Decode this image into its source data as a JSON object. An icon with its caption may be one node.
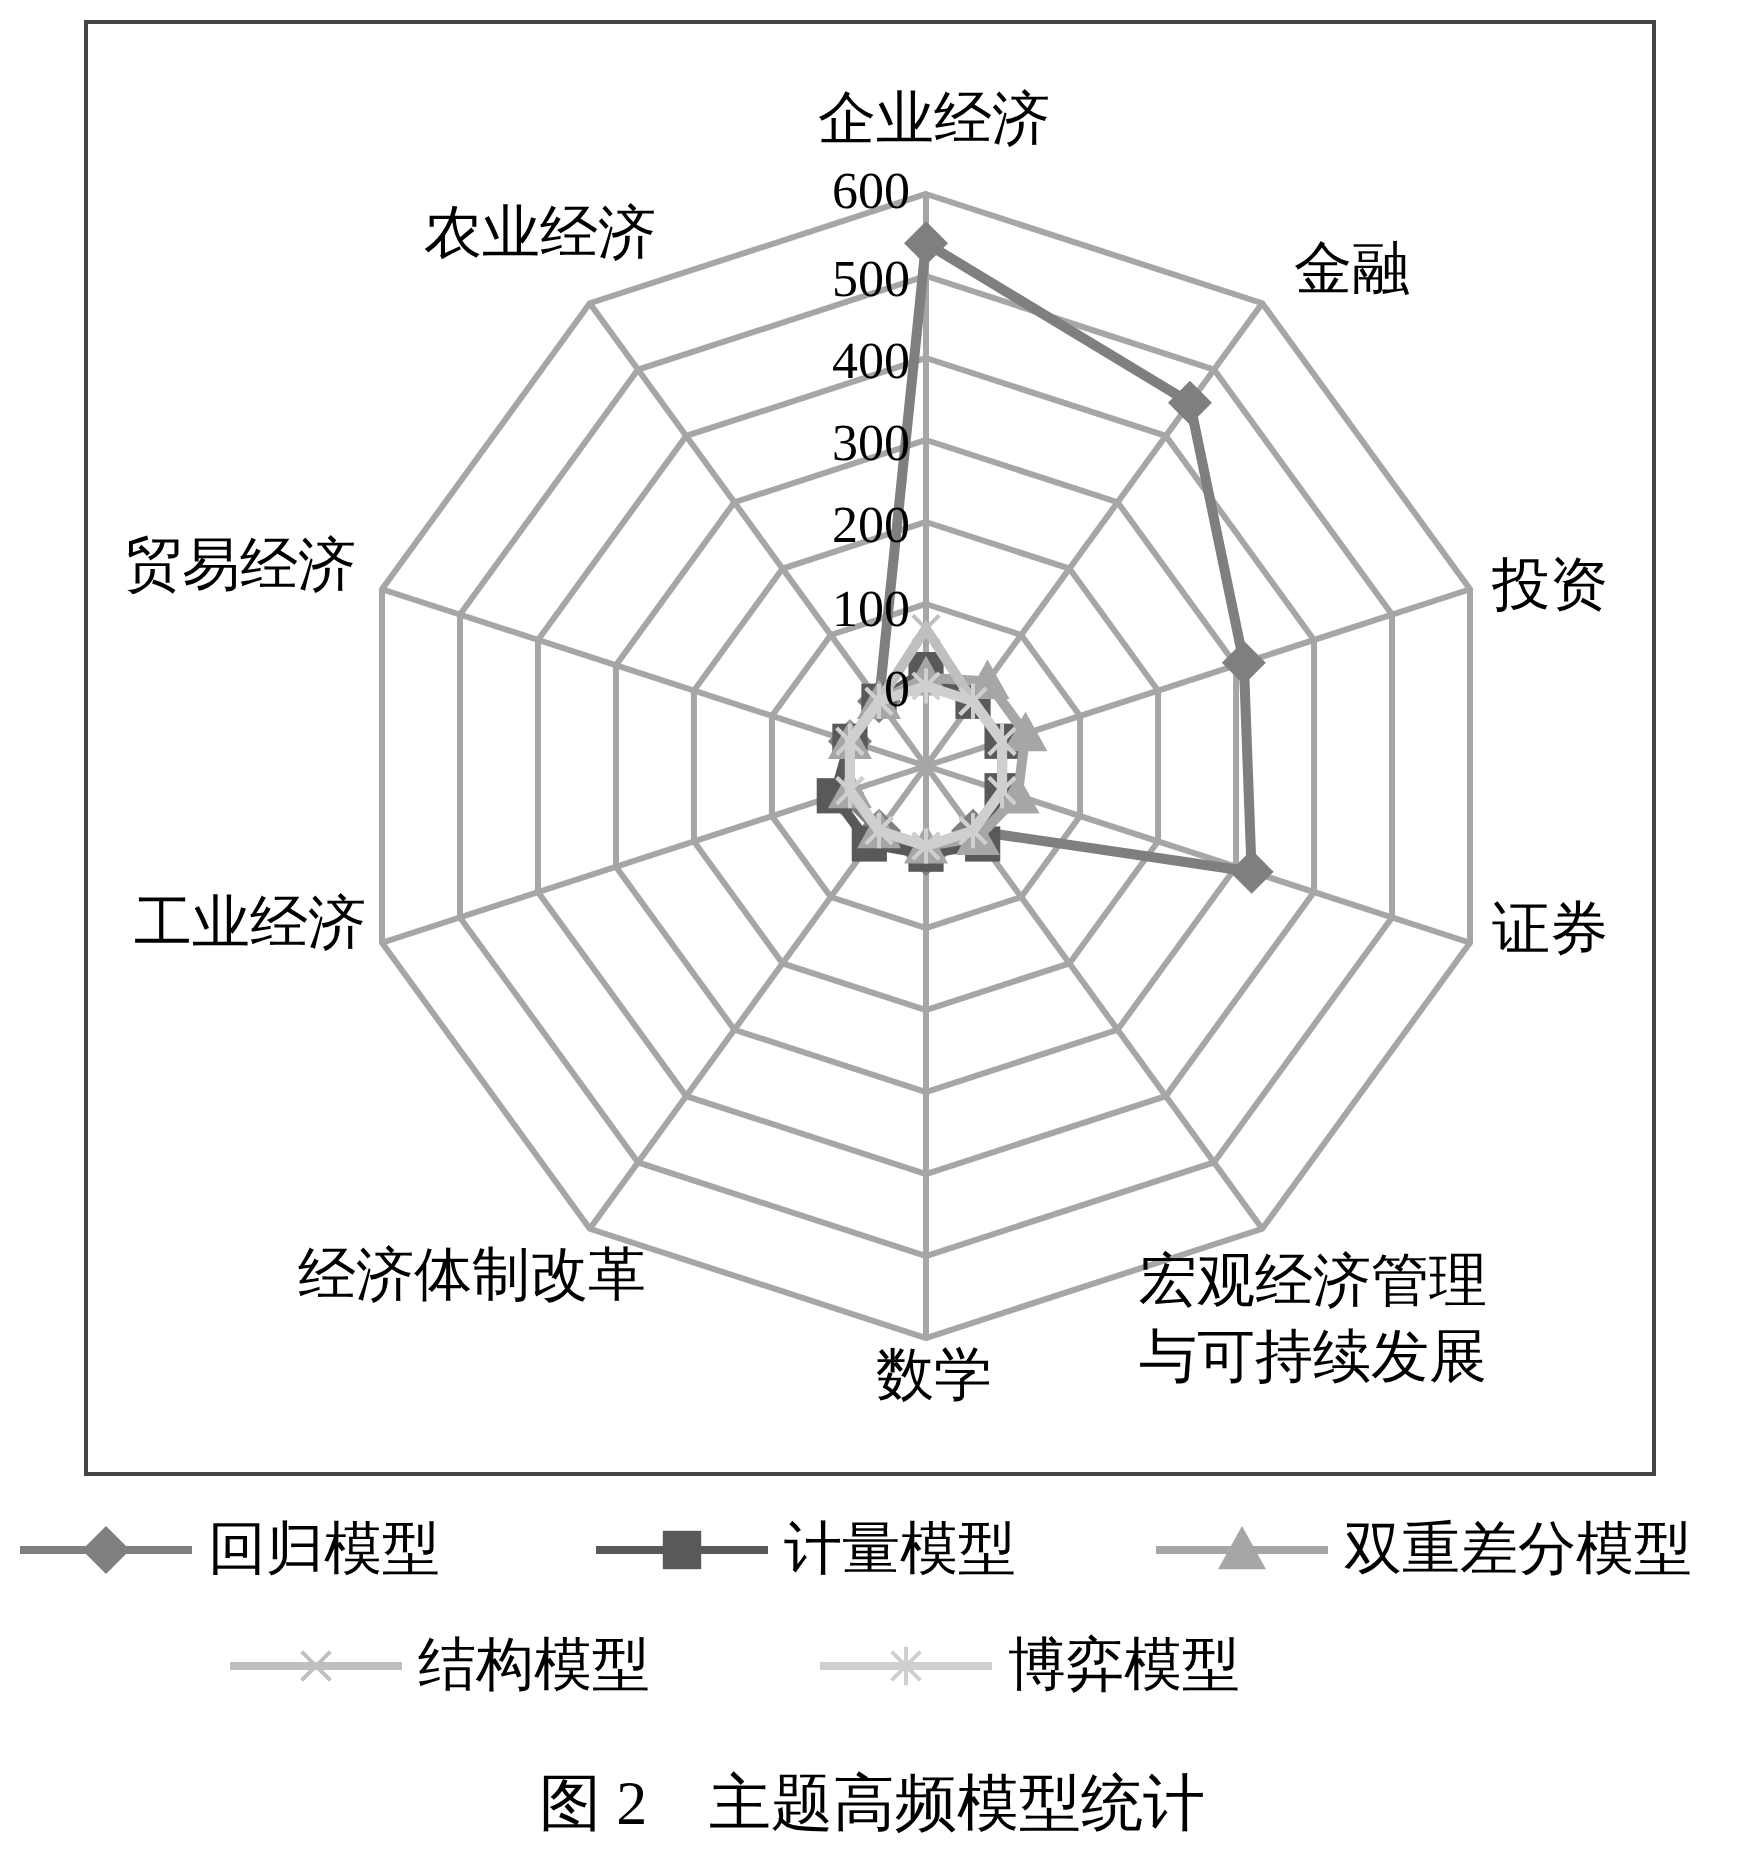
{
  "diagram": {
    "caption": "图 2　主题高频模型统计",
    "labels": [
      "企业经济",
      "600",
      "农业经济",
      "500",
      "金融",
      "400",
      "300",
      "200",
      "贸易经济",
      "投资",
      "100",
      "0",
      "工业经济",
      "证券",
      "经济体制改革",
      "宏观经济管理与可持续发展",
      "数学"
    ],
    "legend": [
      {
        "text": "回归模型"
      },
      {
        "text": "计量模型"
      },
      {
        "text": "双重差分模型"
      },
      {
        "text": "结构模型"
      },
      {
        "text": "博弈模型"
      }
    ]
  }
}
